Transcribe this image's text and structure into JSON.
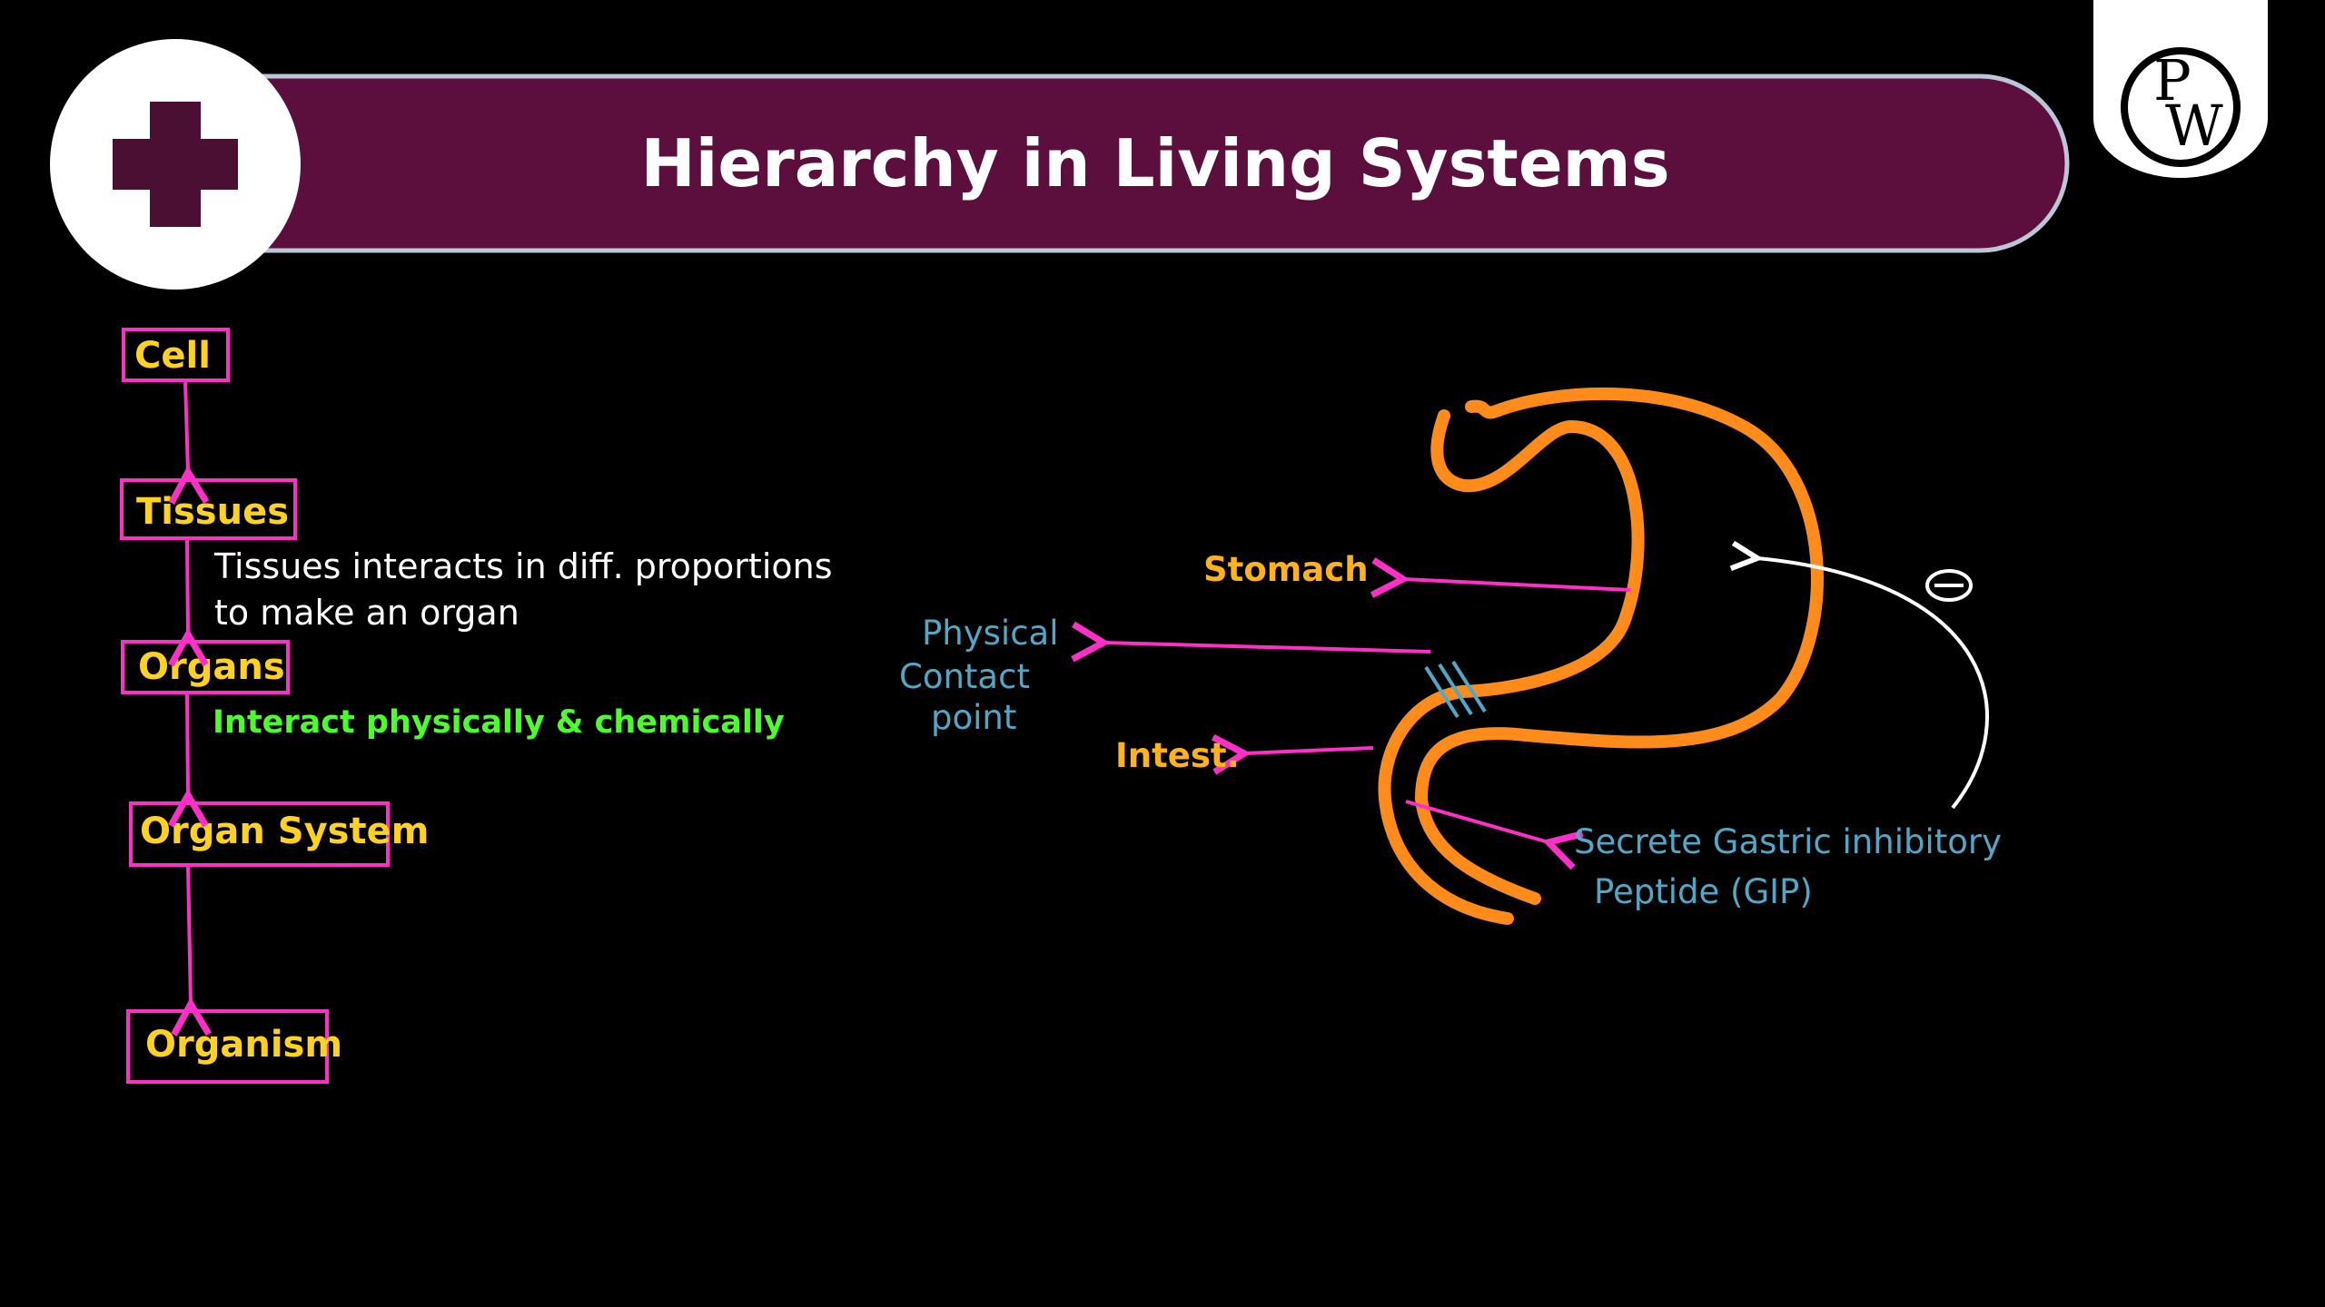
{
  "header": {
    "title": "Hierarchy in Living Systems",
    "icon": "plus-icon",
    "logo_letters": [
      "P",
      "W"
    ],
    "colors": {
      "banner": "#5c0f3d",
      "banner_border": "#b9c7d6",
      "plus": "#4a0f33"
    }
  },
  "hierarchy": {
    "levels": [
      "Cell",
      "Tissues",
      "Organs",
      "Organ System",
      "Organism"
    ],
    "tissues_note": [
      "Tissues interacts in diff. proportions",
      "to make an organ"
    ],
    "organs_note": "Interact physically & chemically",
    "colors": {
      "box": "#ff2fc8",
      "label": "#ffd21f"
    }
  },
  "diagram": {
    "stomach_label": "Stomach",
    "contact_label": [
      "Physical",
      "Contact",
      "point"
    ],
    "intest_label": "Intest.",
    "secrete_label": [
      "Secrete Gastric inhibitory",
      "Peptide (GIP)"
    ],
    "inhibit_symbol": "minus-sign-icon",
    "colors": {
      "organ": "#ff8c1a",
      "arrow": "#ff2fc8",
      "note": "#4fa8c8"
    }
  }
}
